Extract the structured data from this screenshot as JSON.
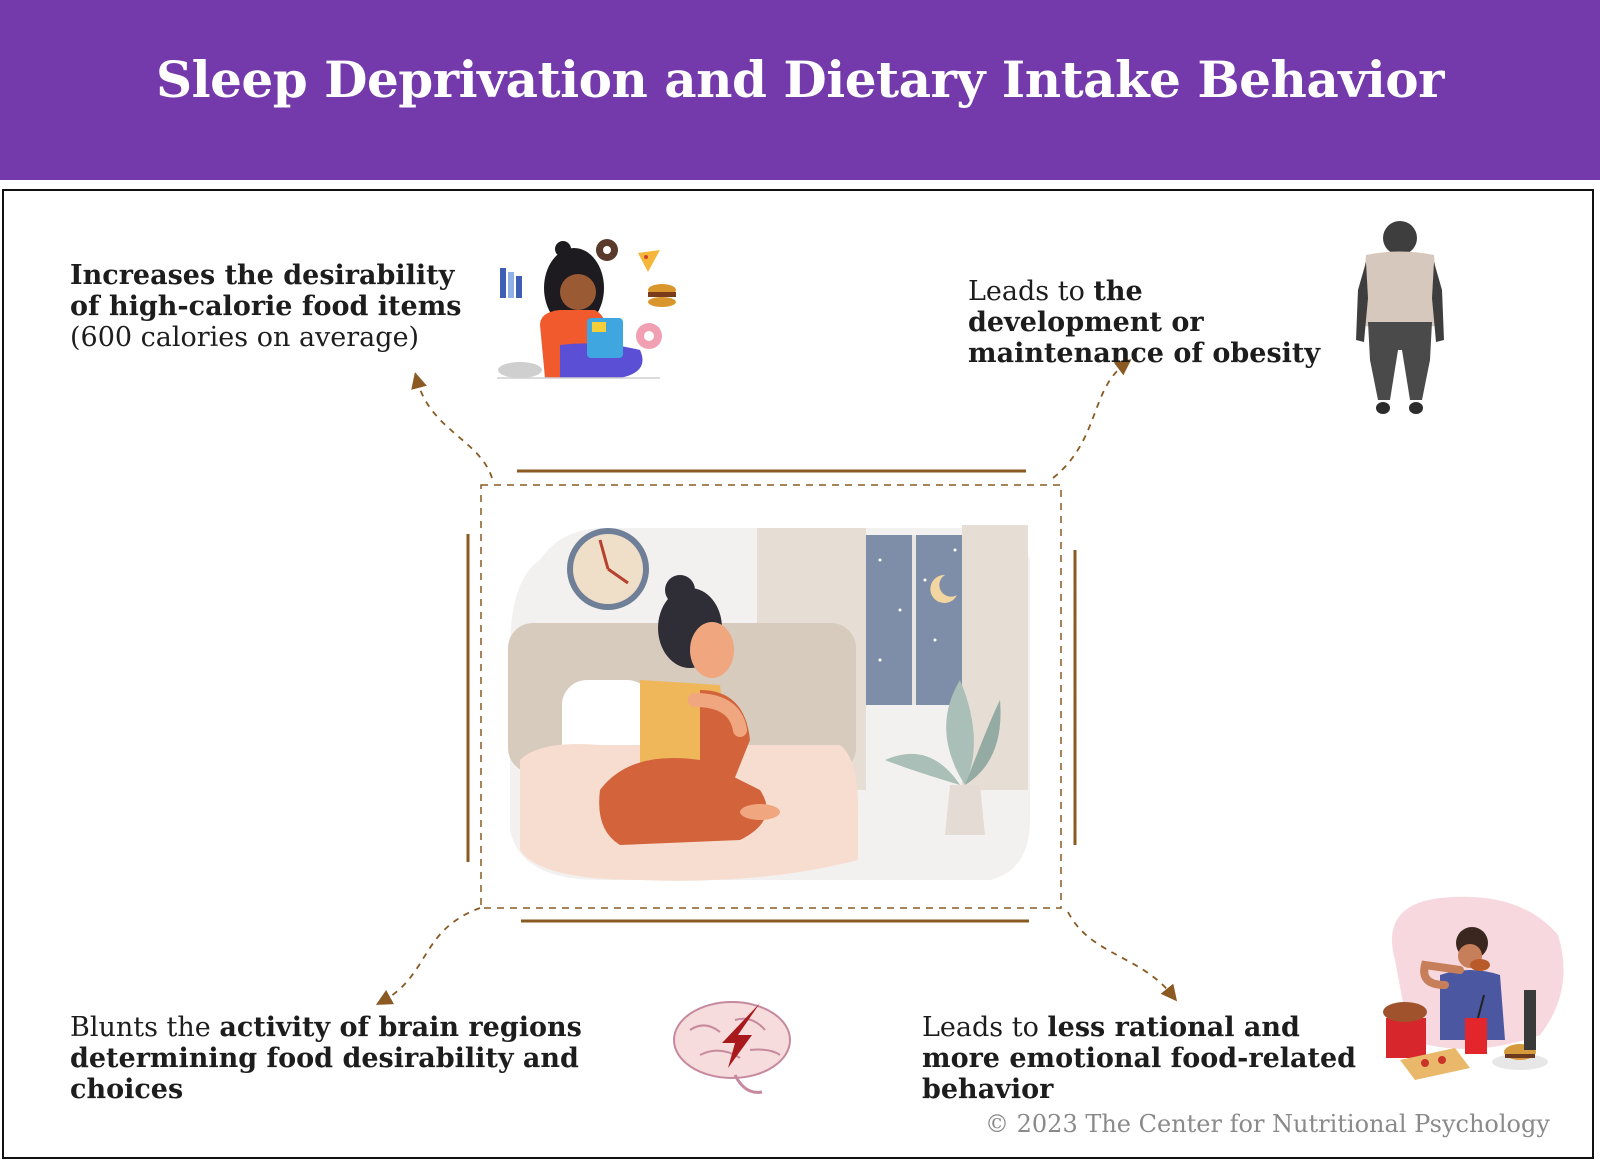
{
  "header": {
    "title": "Sleep Deprivation and Dietary Intake Behavior"
  },
  "captions": {
    "top_left": {
      "bold": "Increases the desirability of high-calorie food items",
      "tail": " (600 calories on average)"
    },
    "top_right": {
      "lead": "Leads to ",
      "bold": "the development or maintenance of obesity"
    },
    "bottom_left": {
      "lead": "Blunts the ",
      "bold": "activity of brain regions determining food desirability and choices"
    },
    "bottom_right": {
      "lead": "Leads to ",
      "bold": "less rational and more emotional food-related behavior"
    }
  },
  "footer": {
    "copyright": "© 2023 The Center for Nutritional Psychology"
  },
  "colors": {
    "header": "#7439ab",
    "arrow": "#8a5a22",
    "frame_line": "#8a5a22"
  },
  "icons": {
    "center": "sleepless-woman-illustration",
    "top_left": "girl-eating-junk-food-icon",
    "top_right": "obese-person-silhouette-icon",
    "bottom_left": "brain-lightning-icon",
    "bottom_right": "man-eating-fast-food-icon"
  }
}
